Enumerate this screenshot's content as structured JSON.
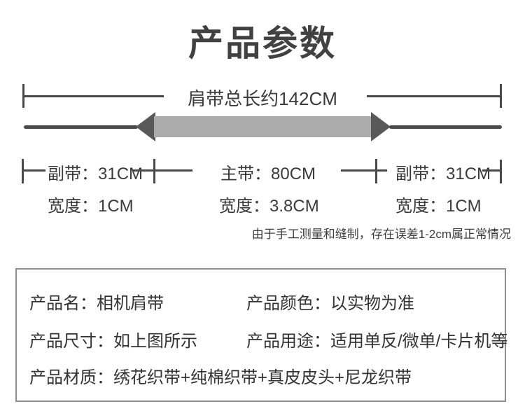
{
  "title": "产品参数",
  "diagram": {
    "total_length_label": "肩带总长约142CM",
    "left_strap": {
      "length": "副带：31CM",
      "width": "宽度：1CM"
    },
    "main_strap": {
      "length": "主带：80CM",
      "width": "宽度：3.8CM"
    },
    "right_strap": {
      "length": "副带：31CM",
      "width": "宽度：1CM"
    },
    "note": "由于手工测量和缝制，存在误差1-2cm属正常情况"
  },
  "spec_table": {
    "rows": [
      {
        "left": "产品名：相机肩带",
        "right": "产品颜色：以实物为准"
      },
      {
        "left": "产品尺寸：如上图所示",
        "right": "产品用途：适用单反/微单/卡片机等"
      },
      {
        "left": "产品材质：绣花织带+纯棉织带+真皮皮头+尼龙织带",
        "right": ""
      }
    ]
  },
  "colors": {
    "text_dark": "#3b3b3b",
    "line": "#4a4a4a",
    "band_gray": "#ababab",
    "triangle_gray": "#595959",
    "table_border": "#8f8f8f"
  }
}
